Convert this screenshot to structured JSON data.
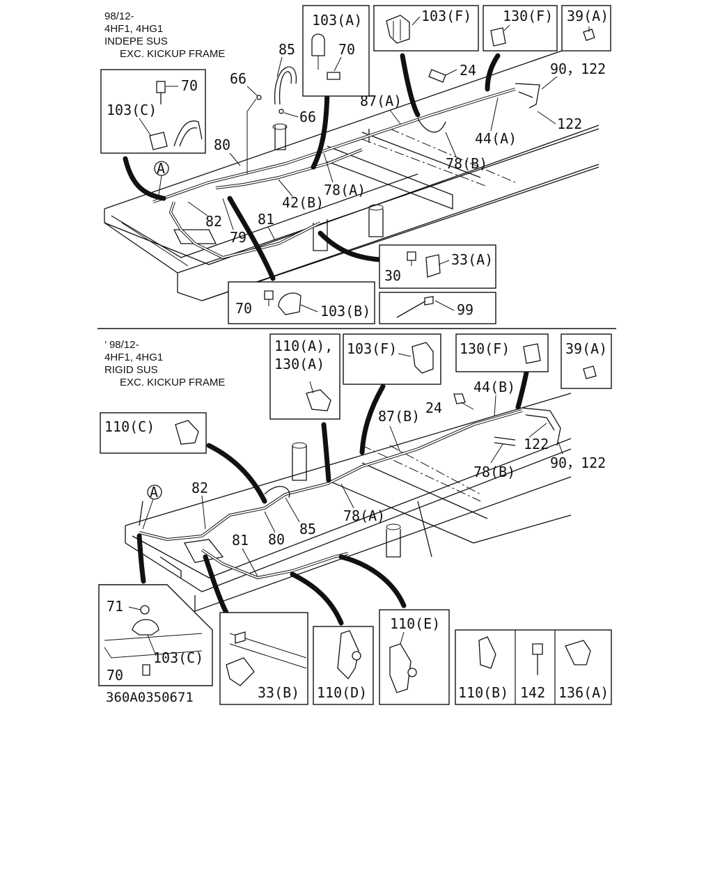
{
  "top_section": {
    "header": [
      "98/12-",
      "4HF1, 4HG1",
      "INDEPE SUS",
      "EXC. KICKUP FRAME"
    ],
    "labels": {
      "l85": "85",
      "l66a": "66",
      "l66b": "66",
      "l70_c": "70",
      "l103c": "103(C)",
      "l80": "80",
      "lA": "A",
      "l42b": "42(B)",
      "l78a": "78(A)",
      "l82": "82",
      "l79": "79",
      "l81": "81",
      "l87a": "87(A)",
      "l24": "24",
      "l90_122": "90，122",
      "l122": "122",
      "l44a": "44(A)",
      "l78b": "78(B)"
    },
    "boxes": {
      "b103a_1": "103(A)",
      "b103a_2": "70",
      "b103f": "103(F)",
      "b130f": "130(F)",
      "b39a": "39(A)",
      "b33a_30": "30",
      "b33a": "33(A)",
      "b103b_70": "70",
      "b103b": "103(B)",
      "b99": "99"
    }
  },
  "bottom_section": {
    "header": [
      "’ 98/12-",
      "4HF1, 4HG1",
      "RIGID SUS",
      "EXC. KICKUP FRAME"
    ],
    "labels": {
      "l24": "24",
      "l44b": "44(B)",
      "l87b": "87(B)",
      "l122": "122",
      "l90_122": "90，122",
      "l78b": "78(B)",
      "l78a": "78(A)",
      "l85": "85",
      "l80": "80",
      "l81": "81",
      "l82": "82",
      "lA": "A"
    },
    "boxes": {
      "b110a_1": "110(A),",
      "b110a_2": "130(A)",
      "b103f": "103(F)",
      "b130f": "130(F)",
      "b39a": "39(A)",
      "b110c": "110(C)",
      "b103c_71": "71",
      "b103c": "103(C)",
      "b103c_70": "70",
      "b33b": "33(B)",
      "b110d": "110(D)",
      "b110e": "110(E)",
      "b110b": "110(B)",
      "b142": "142",
      "b136a": "136(A)"
    }
  },
  "drawing_code": "360A0350671"
}
